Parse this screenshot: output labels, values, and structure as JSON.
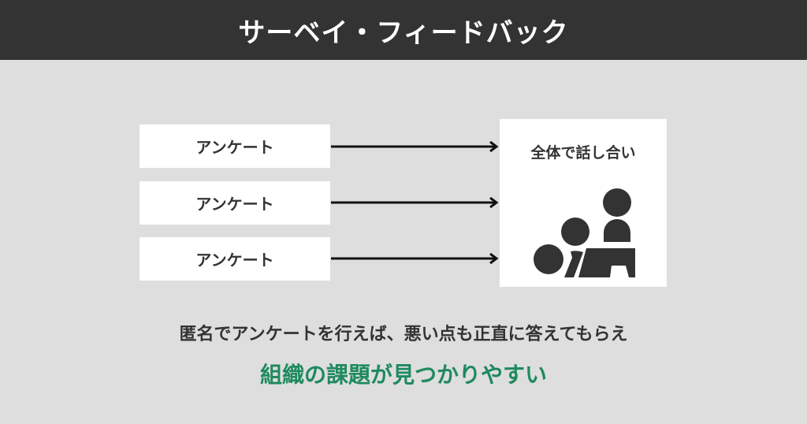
{
  "header": {
    "title": "サーベイ・フィードバック"
  },
  "diagram": {
    "surveys": [
      {
        "label": "アンケート"
      },
      {
        "label": "アンケート"
      },
      {
        "label": "アンケート"
      }
    ],
    "result": {
      "title": "全体で話し合い",
      "icon": "group-discussion-icon"
    },
    "arrow_icon": "arrow-right-icon"
  },
  "caption": {
    "main": "匿名でアンケートを行えば、悪い点も正直に答えてもらえ",
    "accent": "組織の課題が見つかりやすい"
  },
  "colors": {
    "header_bg": "#333333",
    "page_bg": "#dedede",
    "box_bg": "#ffffff",
    "text": "#333333",
    "accent": "#1e8a5e"
  }
}
